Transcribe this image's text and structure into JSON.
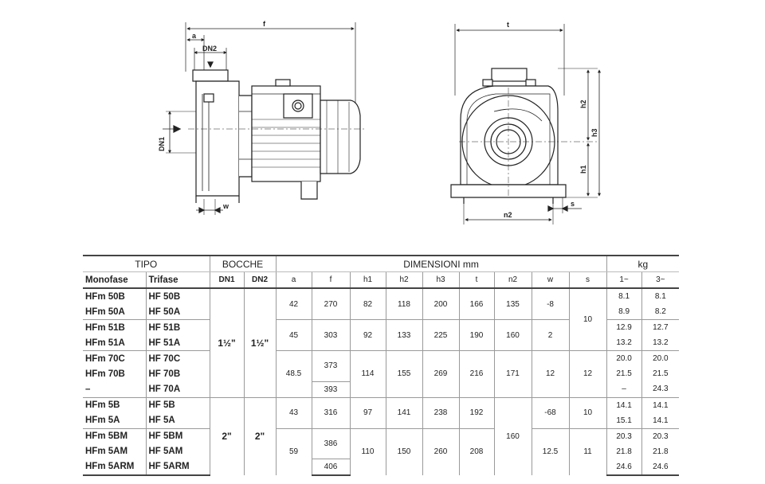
{
  "dimension_labels": {
    "f": "f",
    "a": "a",
    "dn2": "DN2",
    "dn1": "DN1",
    "w": "w",
    "t": "t",
    "h1": "h1",
    "h2": "h2",
    "h3": "h3",
    "n2": "n2",
    "s": "s"
  },
  "table": {
    "group_headers": {
      "tipo": "TIPO",
      "bocche": "BOCCHE",
      "dimensioni": "DIMENSIONI mm",
      "kg": "kg"
    },
    "col_headers": {
      "monofase": "Monofase",
      "trifase": "Trifase",
      "dn1": "DN1",
      "dn2": "DN2",
      "a": "a",
      "f": "f",
      "h1": "h1",
      "h2": "h2",
      "h3": "h3",
      "t": "t",
      "n2": "n2",
      "w": "w",
      "s": "s",
      "kg1": "1~",
      "kg3": "3~"
    },
    "rows": [
      {
        "mono": "HFm 50B",
        "tri": "HF 50B",
        "kg1": "8.1",
        "kg3": "8.1"
      },
      {
        "mono": "HFm 50A",
        "tri": "HF 50A",
        "kg1": "8.9",
        "kg3": "8.2"
      },
      {
        "mono": "HFm 51B",
        "tri": "HF 51B",
        "kg1": "12.9",
        "kg3": "12.7"
      },
      {
        "mono": "HFm 51A",
        "tri": "HF 51A",
        "kg1": "13.2",
        "kg3": "13.2"
      },
      {
        "mono": "HFm 70C",
        "tri": "HF 70C",
        "kg1": "20.0",
        "kg3": "20.0"
      },
      {
        "mono": "HFm 70B",
        "tri": "HF 70B",
        "kg1": "21.5",
        "kg3": "21.5"
      },
      {
        "mono": "–",
        "tri": "HF 70A",
        "kg1": "–",
        "kg3": "24.3"
      },
      {
        "mono": "HFm 5B",
        "tri": "HF 5B",
        "kg1": "14.1",
        "kg3": "14.1"
      },
      {
        "mono": "HFm 5A",
        "tri": "HF 5A",
        "kg1": "15.1",
        "kg3": "14.1"
      },
      {
        "mono": "HFm 5BM",
        "tri": "HF 5BM",
        "kg1": "20.3",
        "kg3": "20.3"
      },
      {
        "mono": "HFm 5AM",
        "tri": "HF 5AM",
        "kg1": "21.8",
        "kg3": "21.8"
      },
      {
        "mono": "HFm 5ARM",
        "tri": "HF 5ARM",
        "kg1": "24.6",
        "kg3": "24.6"
      }
    ],
    "dn_groups": [
      {
        "dn1": "1½\"",
        "dn2": "1½\""
      },
      {
        "dn1": "2\"",
        "dn2": "2\""
      }
    ],
    "dims": {
      "g1": {
        "a": "42",
        "f": "270",
        "h1": "82",
        "h2": "118",
        "h3": "200",
        "t": "166",
        "n2": "135",
        "w": "-8"
      },
      "g2": {
        "a": "45",
        "f": "303",
        "h1": "92",
        "h2": "133",
        "h3": "225",
        "t": "190",
        "n2": "160",
        "w": "2"
      },
      "g3": {
        "a": "48.5",
        "f_main": "373",
        "f_last": "393",
        "h1": "114",
        "h2": "155",
        "h3": "269",
        "t": "216",
        "n2": "171",
        "w": "12",
        "s": "12"
      },
      "g4": {
        "a": "43",
        "f": "316",
        "h1": "97",
        "h2": "141",
        "h3": "238",
        "t": "192",
        "w": "-68",
        "s": "10"
      },
      "g5": {
        "a": "59",
        "f_main": "386",
        "f_last": "406",
        "h1": "110",
        "h2": "150",
        "h3": "260",
        "t": "208",
        "w": "12.5",
        "s": "11"
      },
      "s_12": "10",
      "n2_45": "160"
    }
  }
}
